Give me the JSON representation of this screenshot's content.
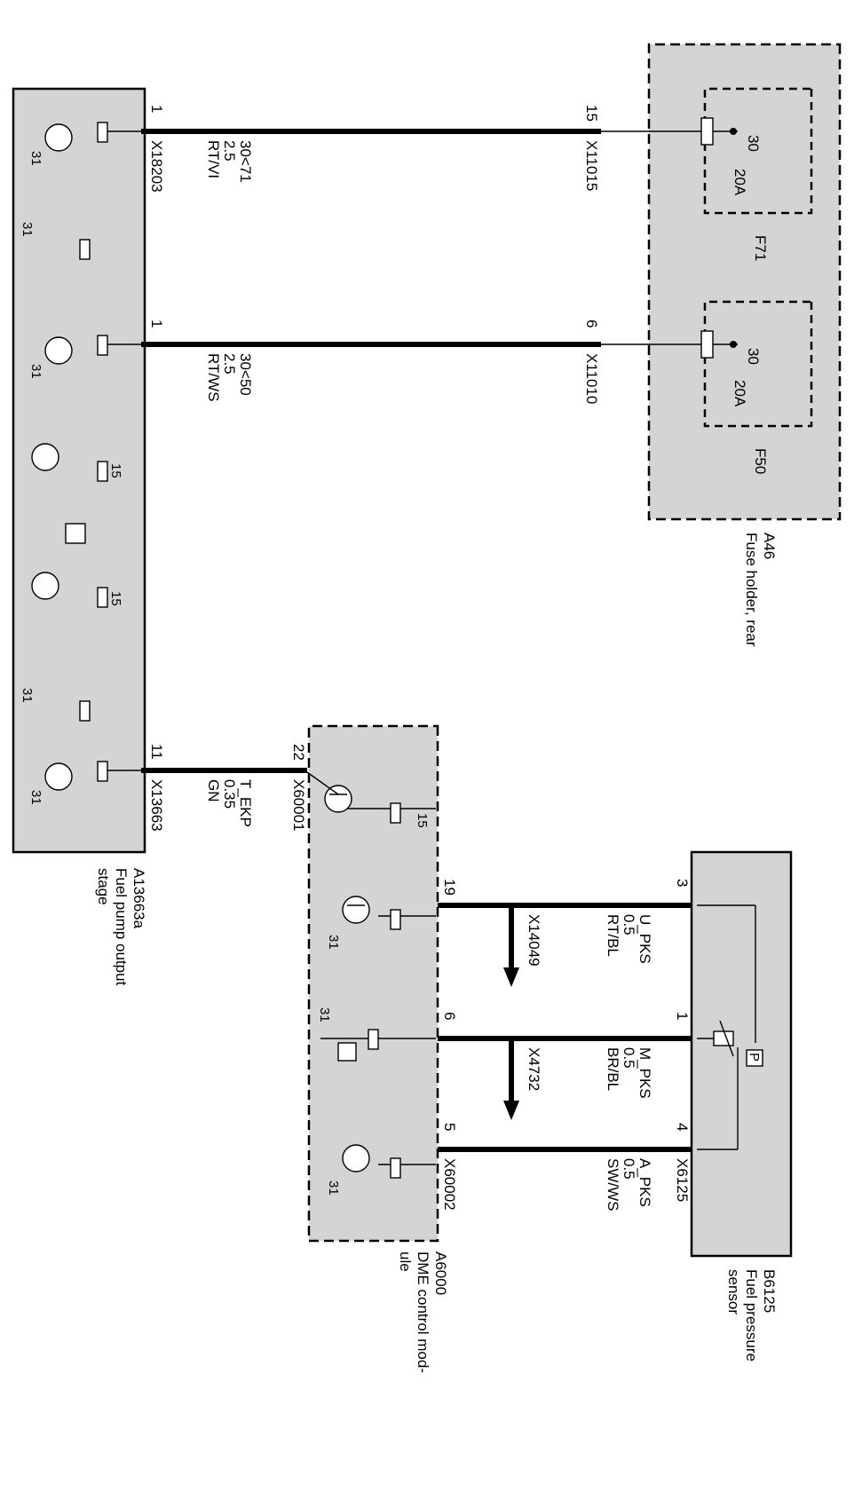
{
  "components": {
    "a46": {
      "ref": "A46",
      "name_line1": "Fuse holder, rear",
      "name_line2": ""
    },
    "a13663a": {
      "ref": "A13663a",
      "name_line1": "Fuel pump output",
      "name_line2": "stage"
    },
    "a6000": {
      "ref": "A6000",
      "name_line1": "DME control mod-",
      "name_line2": "ule"
    },
    "b6125": {
      "ref": "B6125",
      "name_line1": "Fuel pressure",
      "name_line2": "sensor"
    }
  },
  "fuses": [
    {
      "id": "F71",
      "rating": "20A",
      "terminal": "30"
    },
    {
      "id": "F50",
      "rating": "20A",
      "terminal": "30"
    }
  ],
  "wires": [
    {
      "signal": "30<71",
      "size": "2.5",
      "color": "RT/VI",
      "pin_left": "1",
      "pin_right": "15",
      "connector_left": "X18203",
      "connector_right": "X11015"
    },
    {
      "signal": "30<50",
      "size": "2.5",
      "color": "RT/WS",
      "pin_left": "1",
      "pin_right": "6",
      "connector_left": "",
      "connector_right": "X11010"
    },
    {
      "signal": "T_EKP",
      "size": "0.35",
      "color": "GN",
      "pin_left": "11",
      "pin_right": "22",
      "connector_left": "X13663",
      "connector_right": "X60001"
    },
    {
      "signal": "U_PKS",
      "size": "0.5",
      "color": "RT/BL",
      "pin_left": "19",
      "pin_right": "3",
      "splice": "X14049"
    },
    {
      "signal": "M_PKS",
      "size": "0.5",
      "color": "BR/BL",
      "pin_left": "6",
      "pin_right": "1",
      "splice": "X4732"
    },
    {
      "signal": "A_PKS",
      "size": "0.5",
      "color": "SW/WS",
      "pin_left": "5",
      "pin_right": "4",
      "connector_left": "X60002",
      "connector_right": "X6125"
    }
  ],
  "internal_labels": {
    "ground": "31",
    "ignition": "15",
    "sensor_symbol": "P"
  }
}
